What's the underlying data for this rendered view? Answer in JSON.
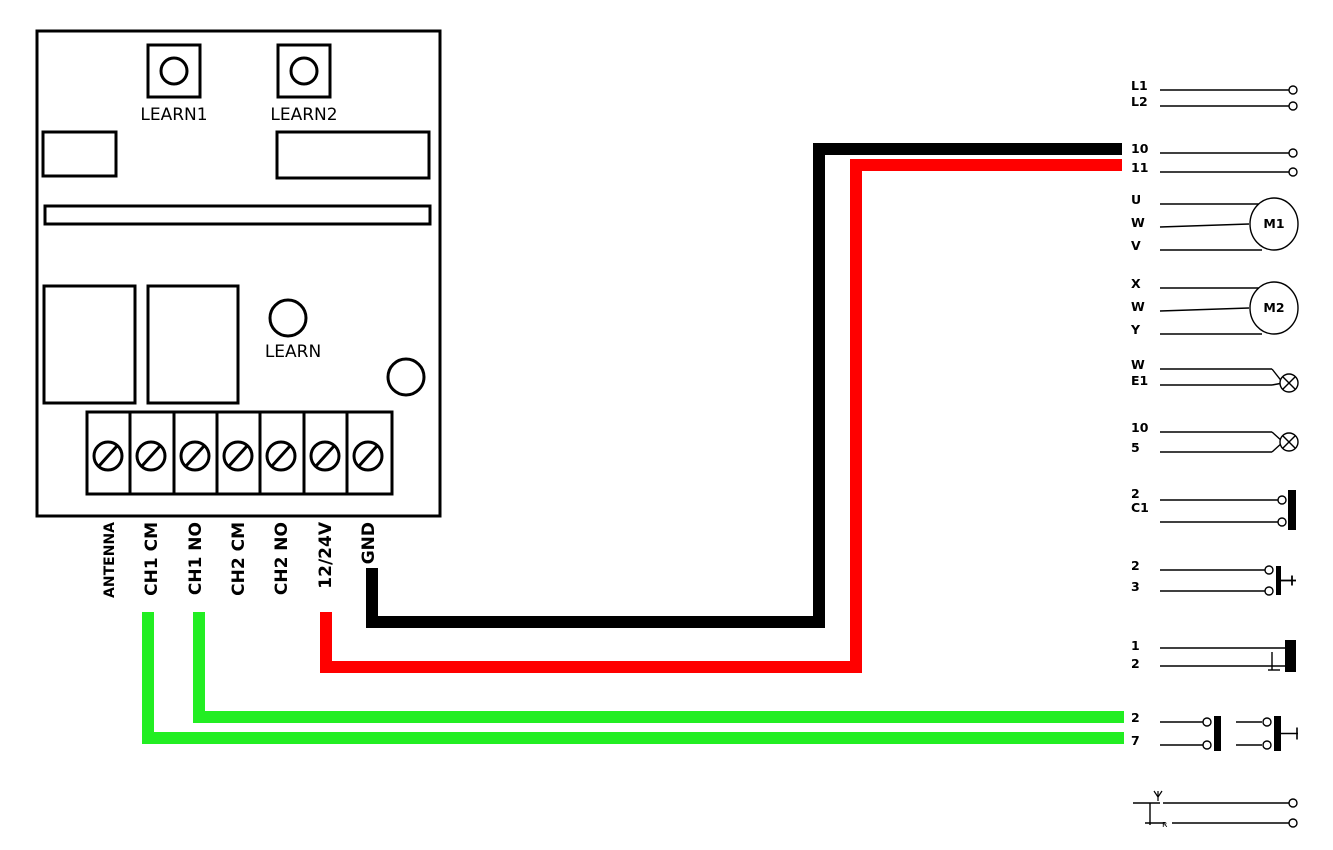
{
  "receiver_board": {
    "buttons": [
      "LEARN1",
      "LEARN2",
      "LEARN"
    ],
    "terminals": [
      "ANTENNA",
      "CH1 CM",
      "CH1 NO",
      "CH2 CM",
      "CH2 NO",
      "12/24V",
      "GND"
    ]
  },
  "control_panel": {
    "groups": [
      {
        "labels": [
          "L1",
          "L2"
        ]
      },
      {
        "labels": [
          "10",
          "11"
        ]
      },
      {
        "labels": [
          "U",
          "W",
          "V"
        ],
        "motor": "M1"
      },
      {
        "labels": [
          "X",
          "W",
          "Y"
        ],
        "motor": "M2"
      },
      {
        "labels": [
          "W",
          "E1"
        ]
      },
      {
        "labels": [
          "10",
          "5"
        ]
      },
      {
        "labels": [
          "2",
          "C1"
        ]
      },
      {
        "labels": [
          "2",
          "3"
        ]
      },
      {
        "labels": [
          "1",
          "2"
        ]
      },
      {
        "labels": [
          "2",
          "7"
        ]
      },
      {
        "labels": [
          "",
          ""
        ]
      }
    ]
  },
  "wires": [
    {
      "from": "GND",
      "to": "10",
      "color": "#000000"
    },
    {
      "from": "12/24V",
      "to": "11",
      "color": "#ff0000"
    },
    {
      "from": "CH1 NO",
      "to": "2",
      "color": "#22ee22"
    },
    {
      "from": "CH1 CM",
      "to": "7",
      "color": "#22ee22"
    }
  ]
}
